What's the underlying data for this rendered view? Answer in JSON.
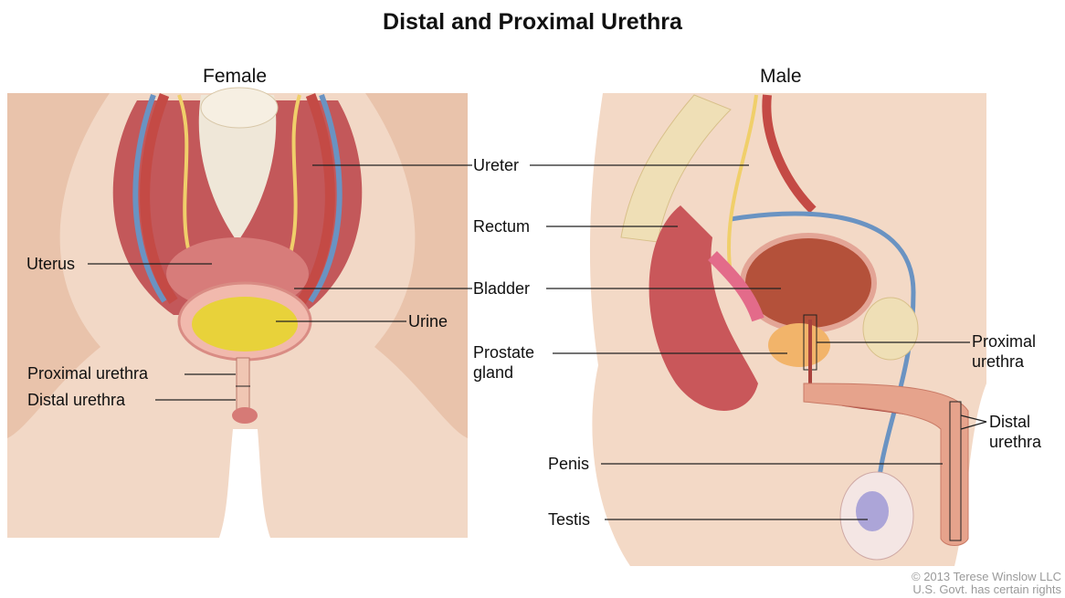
{
  "title": "Distal and Proximal Urethra",
  "panels": {
    "female": {
      "title": "Female"
    },
    "male": {
      "title": "Male"
    }
  },
  "labels": {
    "ureter": "Ureter",
    "rectum": "Rectum",
    "bladder": "Bladder",
    "prostate_gland": [
      "Prostate",
      "gland"
    ],
    "penis": "Penis",
    "testis": "Testis",
    "uterus": "Uterus",
    "urine": "Urine",
    "female_proximal_urethra": "Proximal urethra",
    "female_distal_urethra": "Distal urethra",
    "male_proximal_urethra": [
      "Proximal",
      "urethra"
    ],
    "male_distal_urethra": [
      "Distal",
      "urethra"
    ]
  },
  "copyright": [
    "© 2013 Terese Winslow LLC",
    "U.S. Govt. has certain rights"
  ],
  "colors": {
    "skin": "#f3d9c6",
    "muscle": "#c9575a",
    "bone": "#f3e7c9",
    "artery": "#c44a45",
    "vein": "#6a93c2",
    "ureter": "#f0cf6a",
    "urine": "#e8d23a",
    "prostate": "#f2b46a",
    "leader_line": "#222222"
  }
}
